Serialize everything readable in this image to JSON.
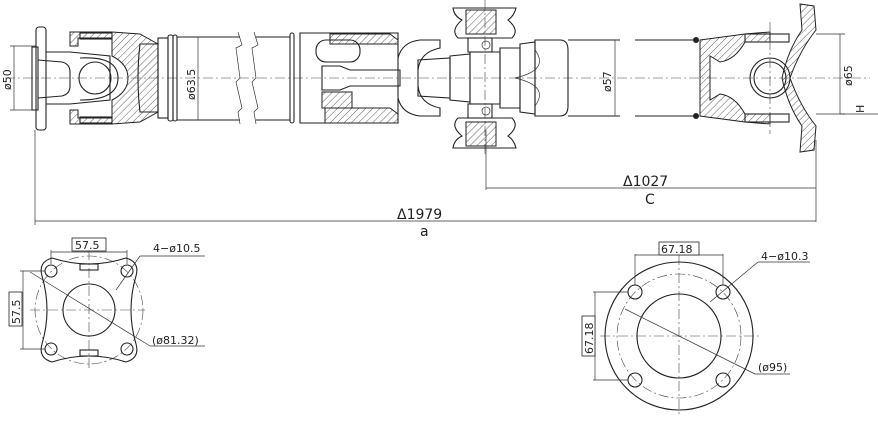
{
  "drawing": {
    "type": "Drive shaft (propeller shaft) assembly drawing",
    "main_view": {
      "dim_left_flange_dia": "ø50",
      "dim_tube_dia_left": "ø63.5",
      "dim_tube_dia_right": "ø57",
      "dim_right_flange_dia": "ø65",
      "dim_H": "H",
      "dim_C_value": "Δ1027",
      "dim_C_label": "C",
      "dim_a_value": "Δ1979",
      "dim_a_label": "a"
    },
    "left_flange_view": {
      "bolt_spacing_h": "57.5",
      "bolt_spacing_v": "57.5",
      "holes": "4−ø10.5",
      "pcd": "(ø81.32)"
    },
    "right_flange_view": {
      "bolt_spacing_h": "67.18",
      "bolt_spacing_v": "67.18",
      "holes": "4−ø10.3",
      "pcd": "(ø95)"
    }
  }
}
